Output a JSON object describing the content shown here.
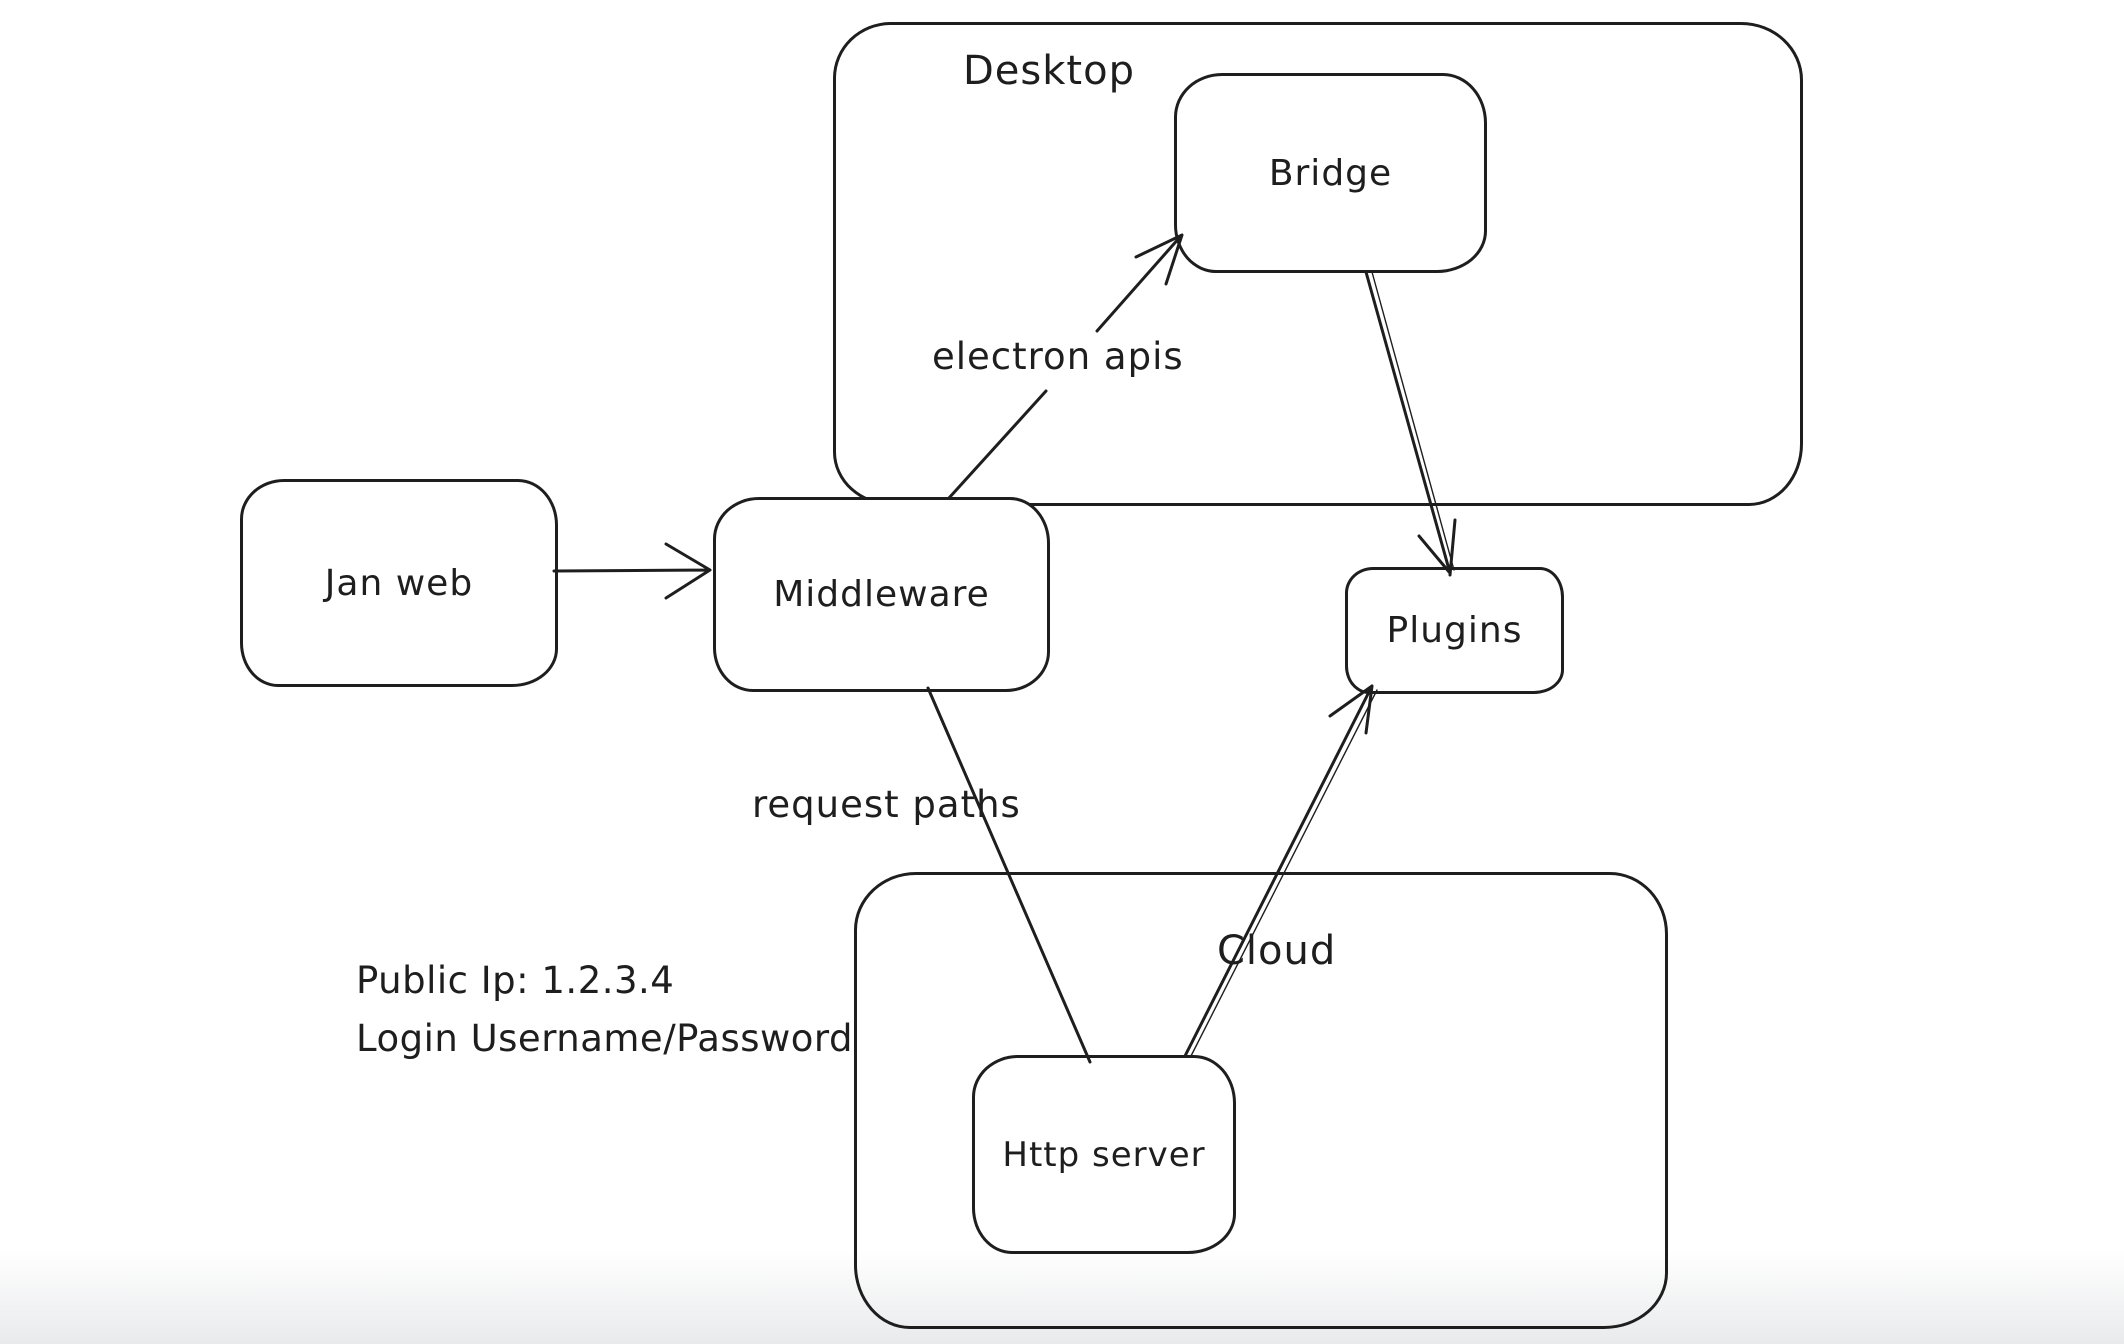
{
  "diagram": {
    "type": "flowchart",
    "style": "hand-drawn",
    "colors": {
      "stroke": "#1e1e1e",
      "background": "#ffffff"
    },
    "containers": {
      "desktop": {
        "label": "Desktop"
      },
      "cloud": {
        "label": "Cloud"
      }
    },
    "nodes": {
      "jan_web": {
        "label": "Jan web"
      },
      "middleware": {
        "label": "Middleware"
      },
      "bridge": {
        "label": "Bridge"
      },
      "plugins": {
        "label": "Plugins"
      },
      "http_server": {
        "label": "Http server"
      }
    },
    "edges": [
      {
        "from": "Jan web",
        "to": "Middleware",
        "label": "",
        "arrowhead": "to"
      },
      {
        "from": "Middleware",
        "to": "Bridge",
        "label": "electron apis",
        "arrowhead": "to"
      },
      {
        "from": "Bridge",
        "to": "Plugins",
        "label": "",
        "arrowhead": "to"
      },
      {
        "from": "Middleware",
        "to": "Http server",
        "label": "request paths",
        "arrowhead": "none"
      },
      {
        "from": "Http server",
        "to": "Plugins",
        "label": "",
        "arrowhead": "to"
      }
    ],
    "annotations": {
      "public_ip": "Public Ip: 1.2.3.4",
      "login": "Login Username/Password"
    }
  }
}
